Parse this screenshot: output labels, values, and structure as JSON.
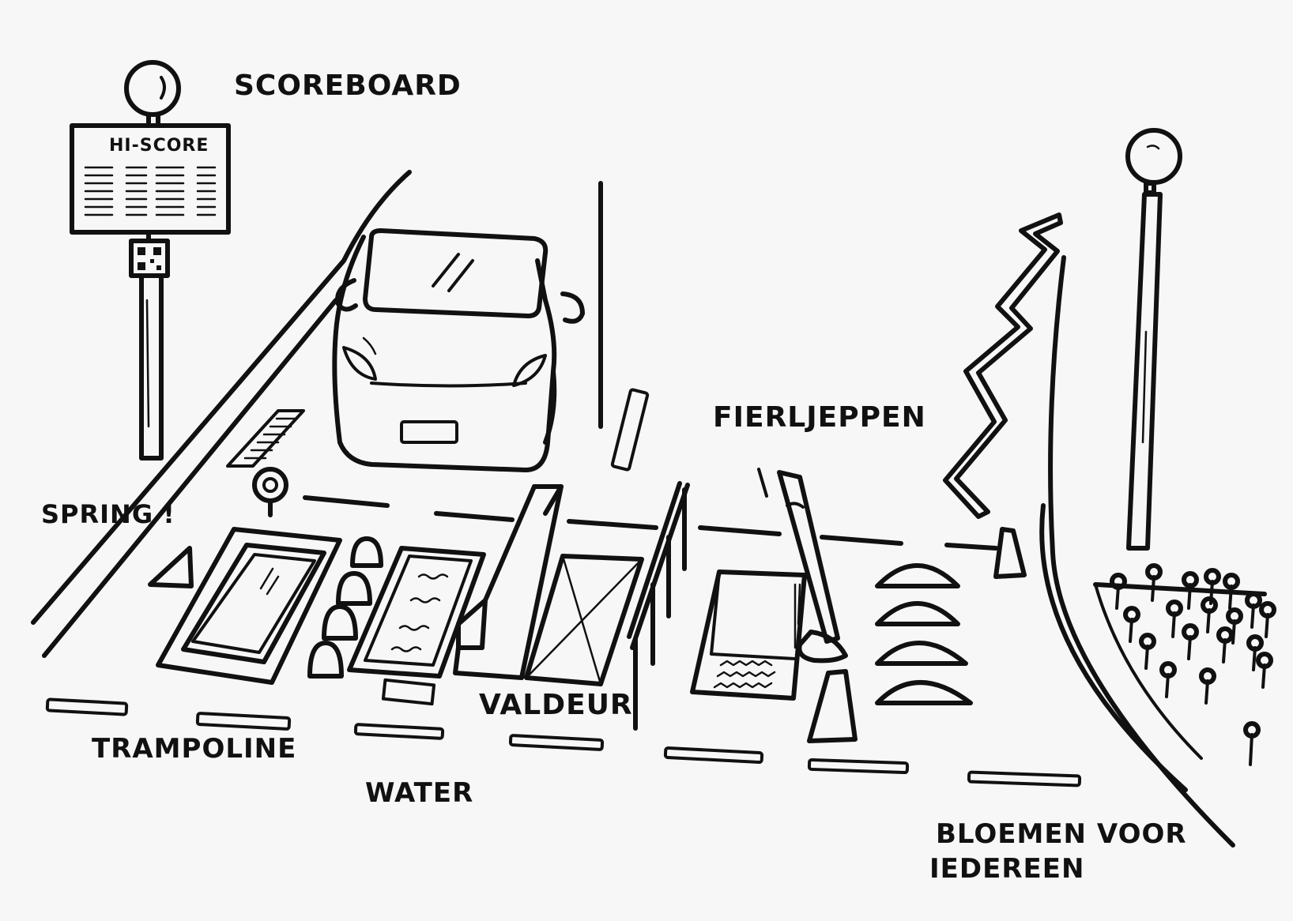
{
  "labels": {
    "scoreboard": "SCOREBOARD",
    "hi_score": "HI-SCORE",
    "fierljeppen": "FIERLJEPPEN",
    "spring": "SPRING !",
    "trampoline": "TRAMPOLINE",
    "valdeur": "VALDEUR",
    "water": "WATER",
    "bloemen_line1": "BLOEMEN VOOR",
    "bloemen_line2": "IEDEREEN"
  },
  "colors": {
    "ink": "#111111",
    "paper": "#f7f7f8"
  },
  "icons": [
    "lamp-post-icon",
    "qr-code-icon",
    "car-icon",
    "traffic-cone-icon",
    "flower-icon",
    "sign-icon"
  ]
}
